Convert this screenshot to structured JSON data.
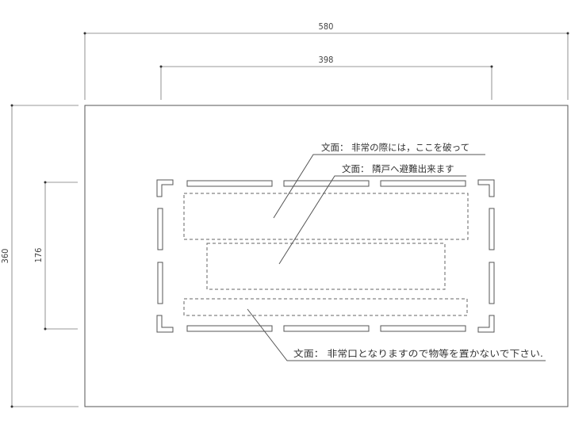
{
  "dimensions": {
    "overall_width": "580",
    "inner_width": "398",
    "overall_height": "360",
    "inner_height": "176"
  },
  "annotations": {
    "top": "文面： 非常の際には，ここを破って",
    "middle": "文面： 隣戸へ避難出来ます",
    "bottom": "文面： 非常口となりますので物等を置かないで下さい."
  }
}
